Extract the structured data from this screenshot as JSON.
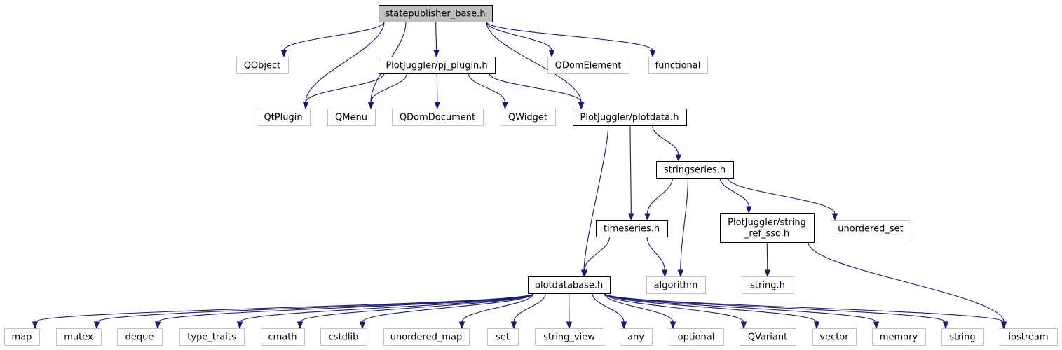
{
  "graph": {
    "nodes": [
      {
        "id": "statepublisher",
        "lines": [
          "statepublisher_base.h"
        ],
        "kind": "root"
      },
      {
        "id": "qobject",
        "lines": [
          "QObject"
        ],
        "kind": "external"
      },
      {
        "id": "pj_plugin",
        "lines": [
          "PlotJuggler/pj_plugin.h"
        ],
        "kind": "local"
      },
      {
        "id": "qdomelement",
        "lines": [
          "QDomElement"
        ],
        "kind": "external"
      },
      {
        "id": "functional",
        "lines": [
          "functional"
        ],
        "kind": "external"
      },
      {
        "id": "qtplugin",
        "lines": [
          "QtPlugin"
        ],
        "kind": "external"
      },
      {
        "id": "qmenu",
        "lines": [
          "QMenu"
        ],
        "kind": "external"
      },
      {
        "id": "qdomdocument",
        "lines": [
          "QDomDocument"
        ],
        "kind": "external"
      },
      {
        "id": "qwidget",
        "lines": [
          "QWidget"
        ],
        "kind": "external"
      },
      {
        "id": "plotdata",
        "lines": [
          "PlotJuggler/plotdata.h"
        ],
        "kind": "local"
      },
      {
        "id": "stringseries",
        "lines": [
          "stringseries.h"
        ],
        "kind": "local"
      },
      {
        "id": "timeseries",
        "lines": [
          "timeseries.h"
        ],
        "kind": "local"
      },
      {
        "id": "string_ref_sso",
        "lines": [
          "PlotJuggler/string",
          "_ref_sso.h"
        ],
        "kind": "local"
      },
      {
        "id": "unordered_set",
        "lines": [
          "unordered_set"
        ],
        "kind": "external"
      },
      {
        "id": "plotdatabase",
        "lines": [
          "plotdatabase.h"
        ],
        "kind": "local"
      },
      {
        "id": "algorithm",
        "lines": [
          "algorithm"
        ],
        "kind": "external"
      },
      {
        "id": "string_h",
        "lines": [
          "string.h"
        ],
        "kind": "external"
      },
      {
        "id": "map",
        "lines": [
          "map"
        ],
        "kind": "external"
      },
      {
        "id": "mutex",
        "lines": [
          "mutex"
        ],
        "kind": "external"
      },
      {
        "id": "deque",
        "lines": [
          "deque"
        ],
        "kind": "external"
      },
      {
        "id": "type_traits",
        "lines": [
          "type_traits"
        ],
        "kind": "external"
      },
      {
        "id": "cmath",
        "lines": [
          "cmath"
        ],
        "kind": "external"
      },
      {
        "id": "cstdlib",
        "lines": [
          "cstdlib"
        ],
        "kind": "external"
      },
      {
        "id": "unordered_map",
        "lines": [
          "unordered_map"
        ],
        "kind": "external"
      },
      {
        "id": "set",
        "lines": [
          "set"
        ],
        "kind": "external"
      },
      {
        "id": "string_view",
        "lines": [
          "string_view"
        ],
        "kind": "external"
      },
      {
        "id": "any",
        "lines": [
          "any"
        ],
        "kind": "external"
      },
      {
        "id": "optional",
        "lines": [
          "optional"
        ],
        "kind": "external"
      },
      {
        "id": "qvariant",
        "lines": [
          "QVariant"
        ],
        "kind": "external"
      },
      {
        "id": "vector",
        "lines": [
          "vector"
        ],
        "kind": "external"
      },
      {
        "id": "memory",
        "lines": [
          "memory"
        ],
        "kind": "external"
      },
      {
        "id": "string",
        "lines": [
          "string"
        ],
        "kind": "external"
      },
      {
        "id": "iostream",
        "lines": [
          "iostream"
        ],
        "kind": "external"
      }
    ],
    "edges": [
      [
        "statepublisher",
        "qobject"
      ],
      [
        "statepublisher",
        "pj_plugin"
      ],
      [
        "statepublisher",
        "qdomelement"
      ],
      [
        "statepublisher",
        "functional"
      ],
      [
        "statepublisher",
        "qtplugin"
      ],
      [
        "statepublisher",
        "qmenu"
      ],
      [
        "statepublisher",
        "plotdata"
      ],
      [
        "pj_plugin",
        "qtplugin"
      ],
      [
        "pj_plugin",
        "qmenu"
      ],
      [
        "pj_plugin",
        "qdomdocument"
      ],
      [
        "pj_plugin",
        "qwidget"
      ],
      [
        "pj_plugin",
        "plotdata"
      ],
      [
        "plotdata",
        "stringseries"
      ],
      [
        "plotdata",
        "timeseries"
      ],
      [
        "plotdata",
        "plotdatabase"
      ],
      [
        "stringseries",
        "timeseries"
      ],
      [
        "stringseries",
        "algorithm"
      ],
      [
        "stringseries",
        "string_ref_sso"
      ],
      [
        "stringseries",
        "unordered_set"
      ],
      [
        "timeseries",
        "plotdatabase"
      ],
      [
        "timeseries",
        "algorithm"
      ],
      [
        "string_ref_sso",
        "string_h"
      ],
      [
        "string_ref_sso",
        "iostream"
      ],
      [
        "plotdatabase",
        "map"
      ],
      [
        "plotdatabase",
        "mutex"
      ],
      [
        "plotdatabase",
        "deque"
      ],
      [
        "plotdatabase",
        "type_traits"
      ],
      [
        "plotdatabase",
        "cmath"
      ],
      [
        "plotdatabase",
        "cstdlib"
      ],
      [
        "plotdatabase",
        "unordered_map"
      ],
      [
        "plotdatabase",
        "set"
      ],
      [
        "plotdatabase",
        "string_view"
      ],
      [
        "plotdatabase",
        "any"
      ],
      [
        "plotdatabase",
        "optional"
      ],
      [
        "plotdatabase",
        "qvariant"
      ],
      [
        "plotdatabase",
        "vector"
      ],
      [
        "plotdatabase",
        "memory"
      ],
      [
        "plotdatabase",
        "string"
      ],
      [
        "plotdatabase",
        "iostream"
      ]
    ]
  }
}
